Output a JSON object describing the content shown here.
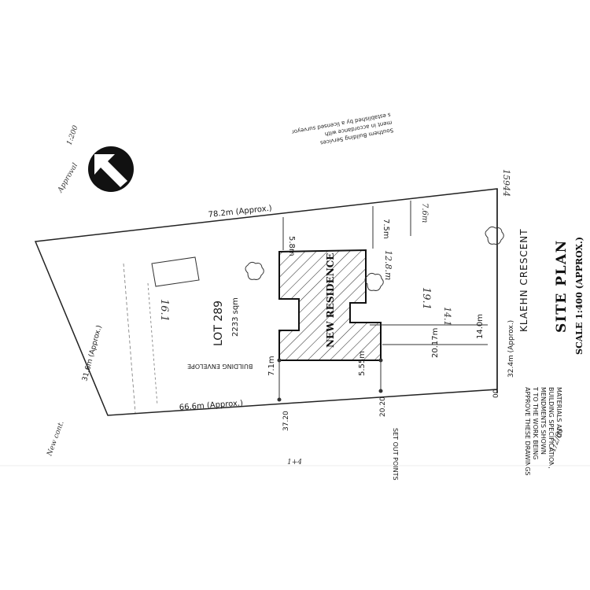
{
  "plan": {
    "title": "SITE PLAN",
    "scale": "SCALE 1:400 (APPROX.)",
    "street": "KLAEHN     CRESCENT",
    "lot_number": "LOT 289",
    "lot_area": "2233 sqm",
    "residence_label": "NEW RESIDENCE",
    "envelope_label": "BUILDING ENVELOPE",
    "set_out_points": "SET OUT POINTS",
    "stamp_lines": [
      "Southern Building Services",
      "ment in accordance with",
      "s established by a licensed surveyor"
    ],
    "approval_lines": [
      "APPROVE THESE DRAWINGS",
      "T TO THE WORK BEING",
      "MENDMENTS SHOWN",
      "BUILDING SPECIFICATION,",
      "MATERIALS AND"
    ],
    "handwritten": {
      "reference": "15944",
      "distance_161": "16.1",
      "distance_191": "19.1",
      "distance_141": "14.1",
      "approved_note": "12.8.m",
      "distance_76": "7.6m",
      "dated": "1/2/01",
      "left_notes": [
        "Approval",
        "1:200",
        "New cont.",
        "1+4"
      ]
    }
  },
  "dimensions": {
    "top_boundary": "78.2m  (Approx.)",
    "bottom_boundary": "66.6m  (Approx.)",
    "left_boundary": "31.6m  (Approx.)",
    "right_boundary": "32.4m  (Approx.)",
    "front_setback": "5.8m",
    "front_setback_2": "7.5m",
    "side_setback_left": "7.1m",
    "side_setback_right": "5.55m",
    "depth_14": "14.0m",
    "depth_20": "20.17m",
    "chainage_37": "37.20",
    "chainage_20": "20.20",
    "chainage_00": "00"
  }
}
